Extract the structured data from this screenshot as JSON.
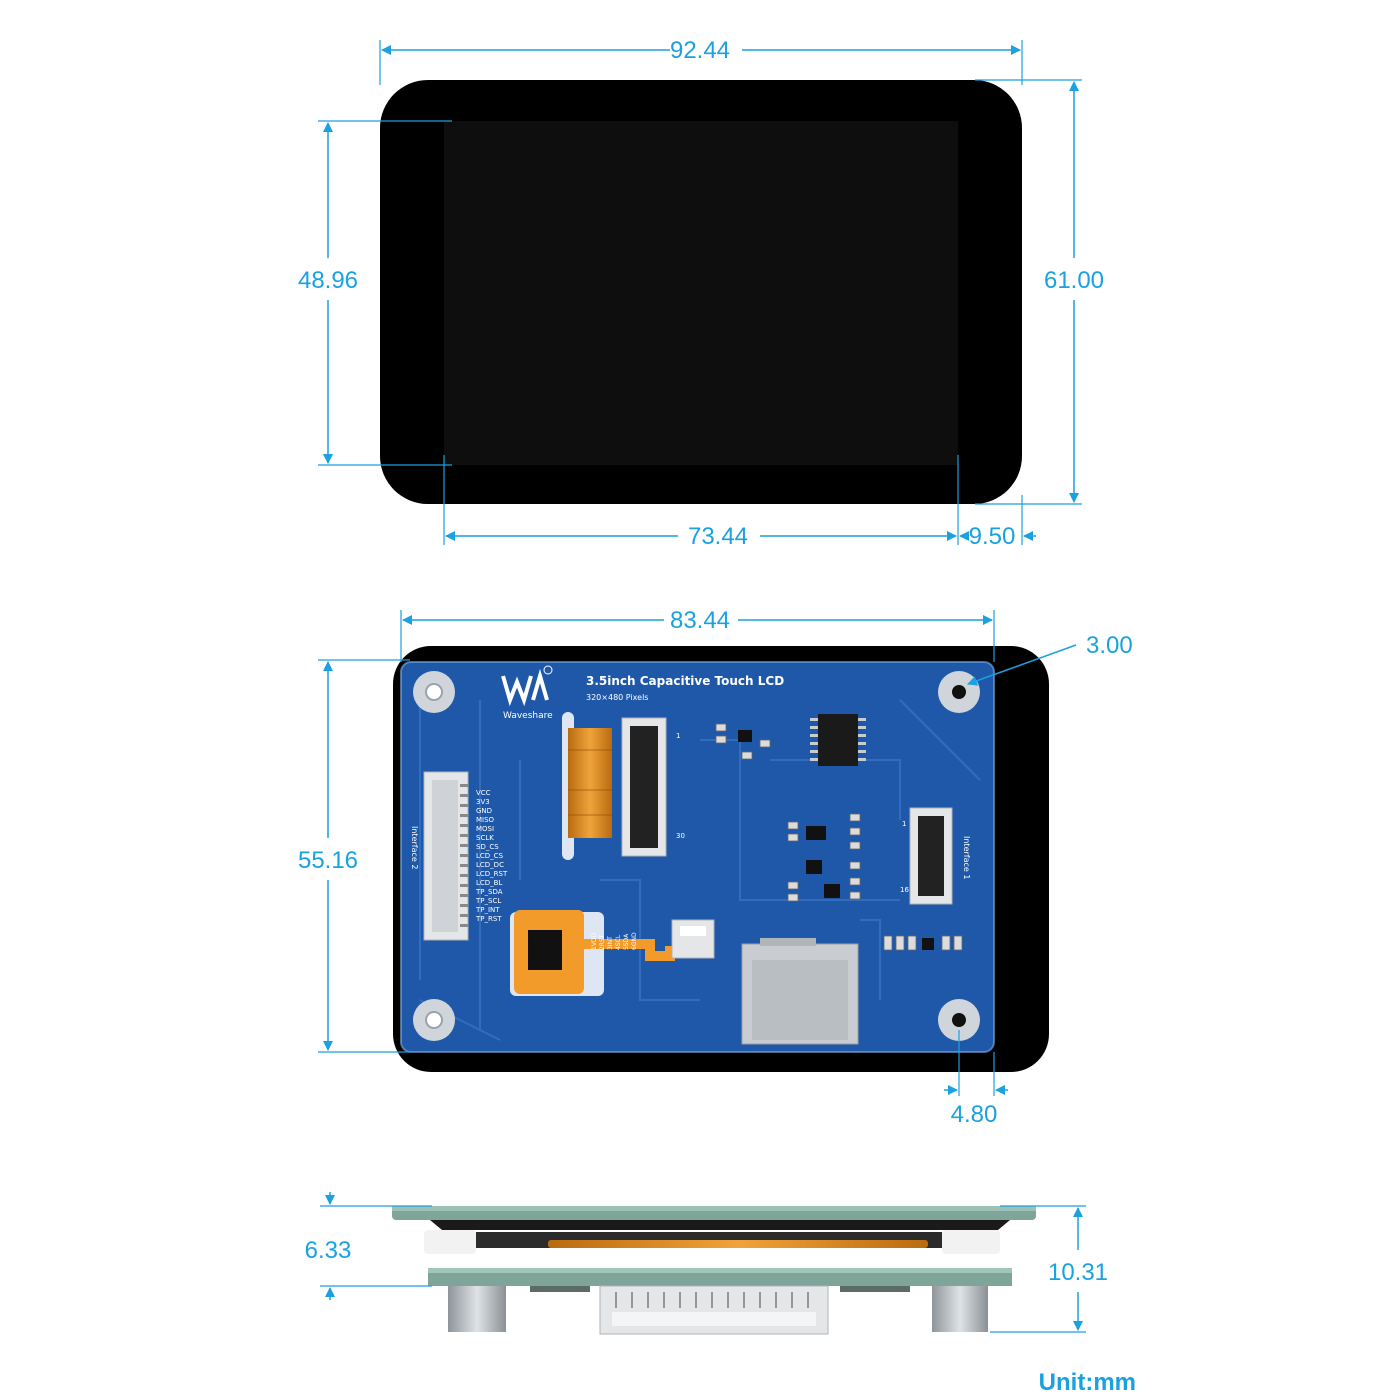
{
  "front_view": {
    "overall_width": "92.44",
    "overall_height": "61.00",
    "display_height": "48.96",
    "display_width": "73.44",
    "right_bezel": "9.50"
  },
  "back_view": {
    "board_width": "83.44",
    "board_height": "55.16",
    "hole_diameter": "3.00",
    "hole_edge_offset": "4.80",
    "board_title": "3.5inch Capacitive Touch LCD",
    "board_subtitle": "320×480 Pixels",
    "brand": "Waveshare",
    "interface_left": "Interface 2",
    "interface_right": "Interface 1",
    "pin_labels": [
      "VCC",
      "3V3",
      "GND",
      "MISO",
      "MOSI",
      "SCLK",
      "SD_CS",
      "LCD_CS",
      "LCD_DC",
      "LCD_RST",
      "LCD_BL",
      "TP_SDA",
      "TP_SCL",
      "TP_INT",
      "TP_RST"
    ],
    "touch_pins": [
      "1VDD",
      "2RST",
      "3INT",
      "4SCL",
      "5SDA",
      "6GND"
    ]
  },
  "side_view": {
    "panel_thickness": "6.33",
    "total_thickness": "10.31"
  },
  "unit_label": "Unit:mm",
  "colors": {
    "dimension": "#1aa1e0",
    "bezel": "#000000",
    "screen": "#0e0e0e",
    "pcb": "#1f58a8"
  }
}
